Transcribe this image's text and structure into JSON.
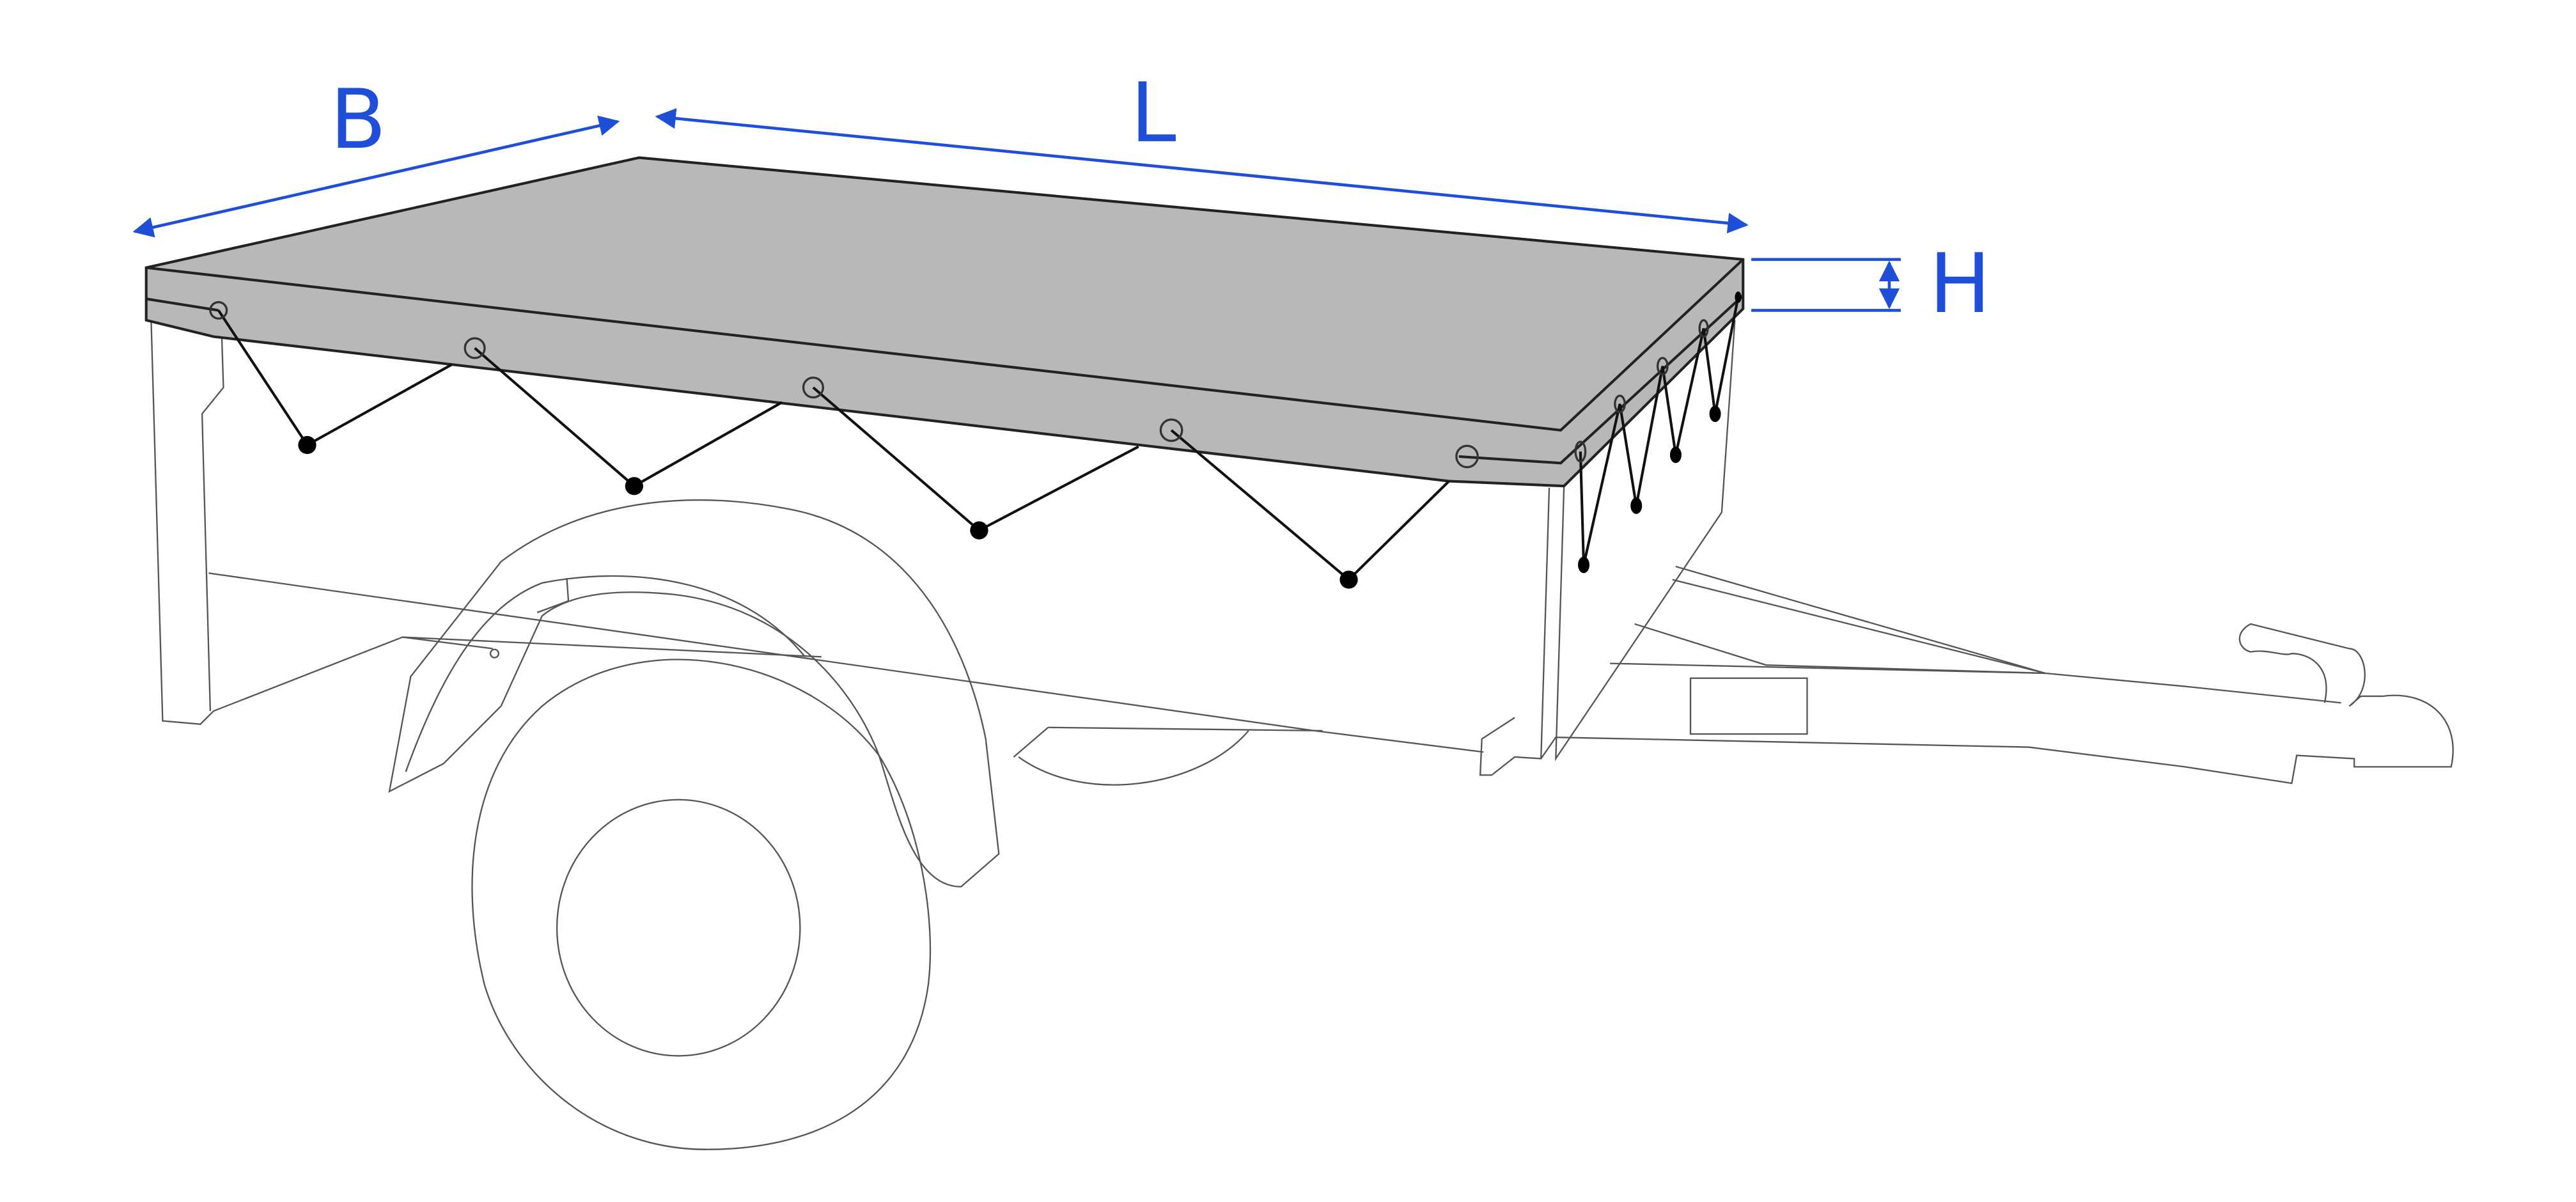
{
  "labels": {
    "width": "B",
    "length": "L",
    "height": "H"
  },
  "colors": {
    "dimension": "#1f4fd8",
    "cover": "#b8b8b8",
    "outline": "#555555"
  }
}
